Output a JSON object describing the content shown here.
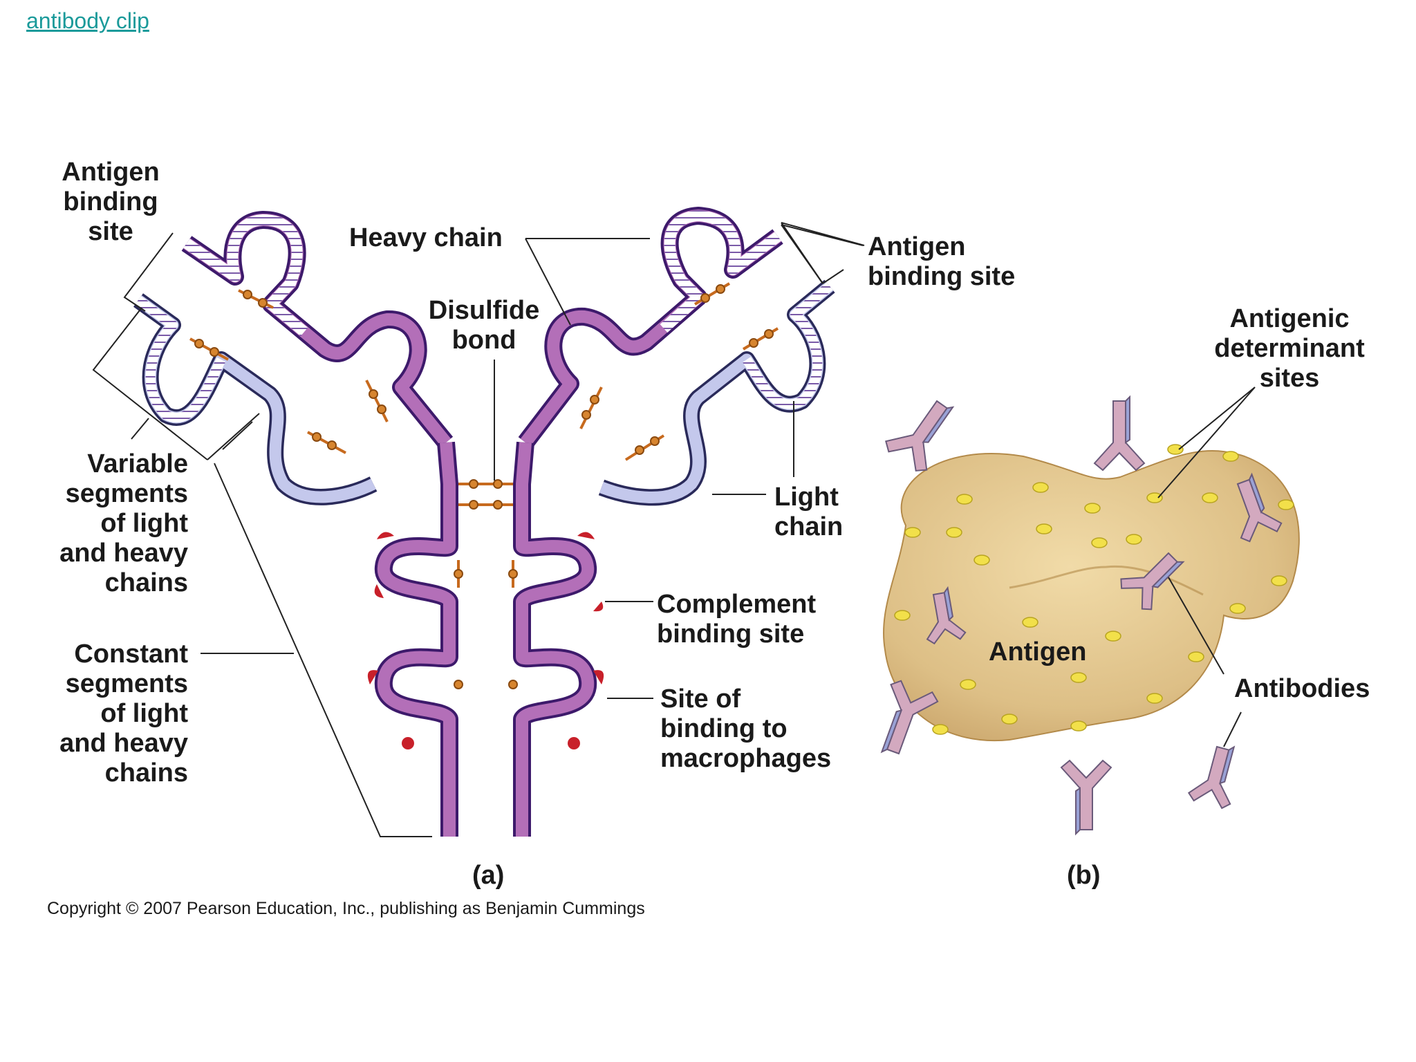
{
  "link": {
    "text": "antibody clip"
  },
  "panel_a": {
    "antigen_binding_site_left": "Antigen\nbinding\nsite",
    "heavy_chain": "Heavy chain",
    "disulfide_bond": "Disulfide\nbond",
    "antigen_binding_site_right": "Antigen\nbinding site",
    "variable_segments": "Variable\nsegments\nof light\nand heavy\nchains",
    "light_chain": "Light\nchain",
    "complement_binding_site": "Complement\nbinding site",
    "constant_segments": "Constant\nsegments\nof light\nand heavy\nchains",
    "macrophage_site": "Site of\nbinding to\nmacrophages",
    "caption": "(a)"
  },
  "panel_b": {
    "antigenic_determinant_sites": "Antigenic\ndeterminant\nsites",
    "antigen": "Antigen",
    "antibodies": "Antibodies",
    "caption": "(b)"
  },
  "copyright": "Copyright © 2007 Pearson Education, Inc., publishing as Benjamin Cummings",
  "colors": {
    "heavy_chain": "#a35aa8",
    "heavy_chain_dark": "#3d1a6b",
    "light_chain": "#c4c8ec",
    "disulfide": "#c76a1e",
    "antigen": "#dcbf86",
    "determinant": "#f2e04a",
    "link": "#1a9a9a"
  }
}
